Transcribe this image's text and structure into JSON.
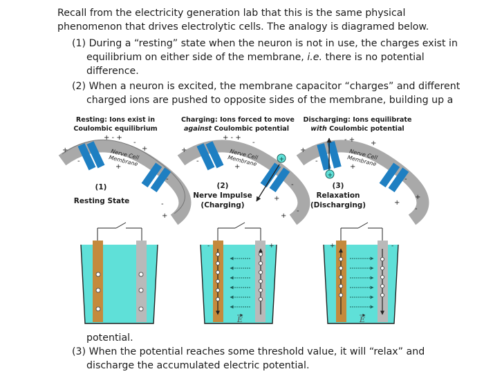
{
  "paragraph": {
    "line1": "Recall from the electricity generation lab that this is the same physical",
    "line2": "phenomenon that drives electrolytic cells. The analogy is diagramed below."
  },
  "list": {
    "item1_line1": "(1) During a “resting” state when the neuron is not in use, the charges exist in",
    "item1_line2_pre": "equilibrium on either side of the membrane, ",
    "item1_line2_ie": "i.e.",
    "item1_line2_post": " there is no potential",
    "item1_line3": "difference.",
    "item2_line1": "(2) When a neuron is excited, the membrane capacitor “charges” and different",
    "item2_line2": "charged ions are pushed to opposite sides of the membrane, building up a",
    "item2_line3": "potential.",
    "item3_line1": "(3) When the potential reaches some threshold value, it will “relax” and",
    "item3_line2": "discharge the accumulated electric potential."
  },
  "figure": {
    "panels": [
      {
        "caption_line1": "Resting: Ions exist in",
        "caption_line2_pre": "",
        "caption_line2_em": "",
        "caption_line2": "Coulombic equilibrium",
        "number": "(1)",
        "state_line1": "Resting State",
        "state_line2": "",
        "membrane_label_1": "Nerve Cell",
        "membrane_label_2": "Membrane"
      },
      {
        "caption_line1": "Charging: Ions forced to move",
        "caption_line2_em": "against",
        "caption_line2": " Coulombic potential",
        "number": "(2)",
        "state_line1": "Nerve Impulse",
        "state_line2": "(Charging)",
        "membrane_label_1": "Nerve Cell",
        "membrane_label_2": "Membrane"
      },
      {
        "caption_line1": "Discharging: Ions equilibrate",
        "caption_line2_em": "with",
        "caption_line2": " Coulombic potential",
        "number": "(3)",
        "state_line1": "Relaxation",
        "state_line2": "(Discharging)",
        "membrane_label_1": "Nerve Cell",
        "membrane_label_2": "Membrane"
      }
    ],
    "field_label": "E",
    "colors": {
      "membrane_blue": "#1e7fc2",
      "membrane_gray": "#a9a9a9",
      "electrolyte": "#5fe0d8",
      "copper_electrode": "#c48a3c",
      "zinc_electrode": "#b9b9b9"
    }
  }
}
